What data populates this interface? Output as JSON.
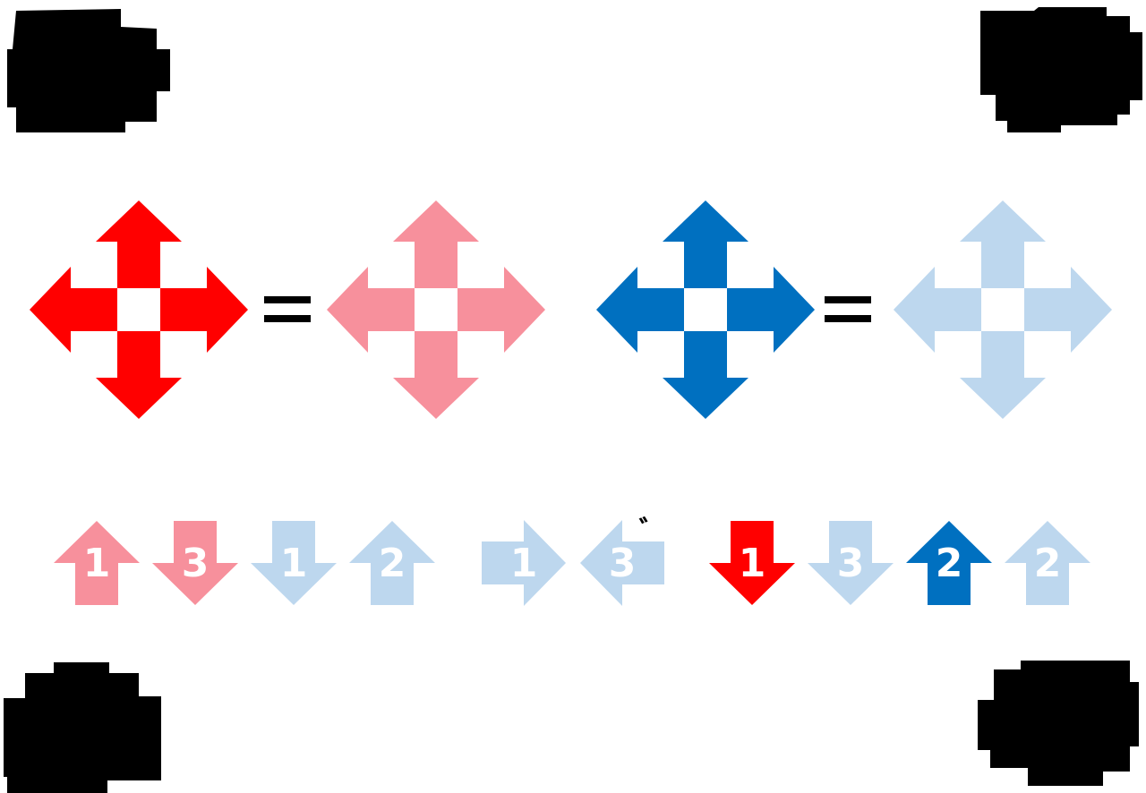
{
  "colors": {
    "red": "#ff0000",
    "pink": "#f7909c",
    "blue": "#0070c0",
    "light_blue": "#bdd7ee",
    "black": "#000000"
  },
  "corner_blobs": [
    {
      "name": "corner-blob-top-left"
    },
    {
      "name": "corner-blob-top-right"
    },
    {
      "name": "corner-blob-bottom-left"
    },
    {
      "name": "corner-blob-bottom-right"
    }
  ],
  "equations": [
    {
      "left": {
        "name": "four-way-arrow-red",
        "color": "red"
      },
      "right": {
        "name": "four-way-arrow-pink",
        "color": "pink"
      }
    },
    {
      "left": {
        "name": "four-way-arrow-blue",
        "color": "blue"
      },
      "right": {
        "name": "four-way-arrow-light-blue",
        "color": "light_blue"
      }
    }
  ],
  "sequence": [
    {
      "direction": "up",
      "color": "pink",
      "label": "1"
    },
    {
      "direction": "down",
      "color": "pink",
      "label": "3"
    },
    {
      "direction": "down",
      "color": "light_blue",
      "label": "1"
    },
    {
      "direction": "up",
      "color": "light_blue",
      "label": "2"
    },
    {
      "direction": "right",
      "color": "light_blue",
      "label": "1"
    },
    {
      "direction": "left",
      "color": "light_blue",
      "label": "3",
      "mark": "゛"
    },
    {
      "direction": "down",
      "color": "red",
      "label": "1"
    },
    {
      "direction": "down",
      "color": "light_blue",
      "label": "3"
    },
    {
      "direction": "up",
      "color": "blue",
      "label": "2"
    },
    {
      "direction": "up",
      "color": "light_blue",
      "label": "2"
    }
  ]
}
